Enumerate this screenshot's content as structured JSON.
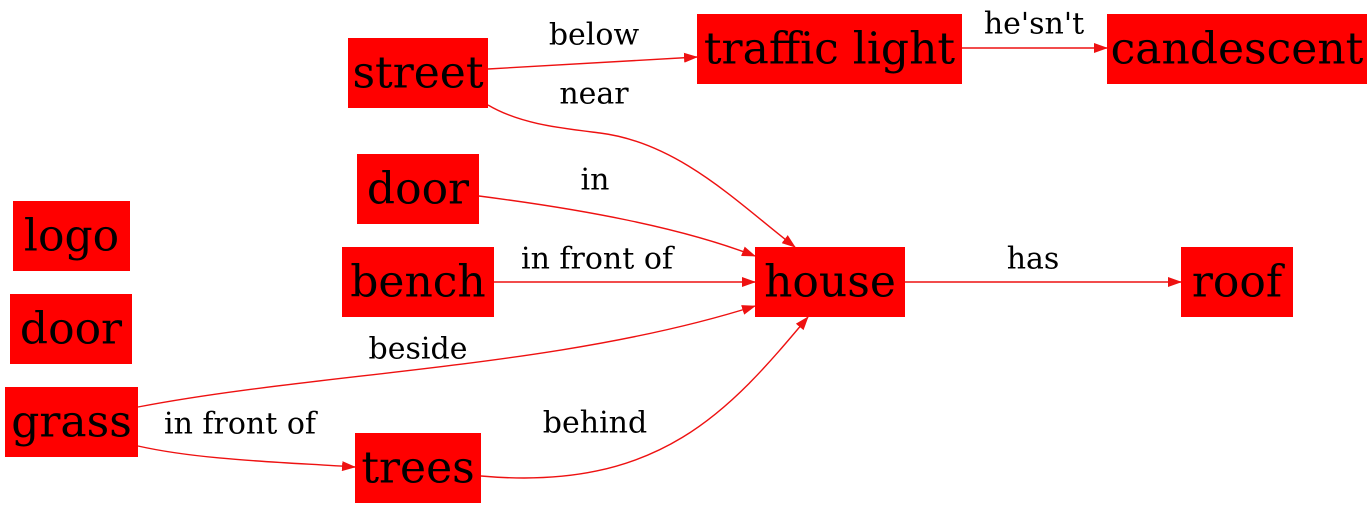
{
  "colors": {
    "node_fill": "#ff0000",
    "edge": "#ee1111",
    "text": "#000000"
  },
  "nodes": [
    {
      "id": "street",
      "label": "street"
    },
    {
      "id": "traffic_light",
      "label": "traffic light"
    },
    {
      "id": "candescent",
      "label": "candescent"
    },
    {
      "id": "door1",
      "label": "door"
    },
    {
      "id": "logo",
      "label": "logo"
    },
    {
      "id": "bench",
      "label": "bench"
    },
    {
      "id": "house",
      "label": "house"
    },
    {
      "id": "roof",
      "label": "roof"
    },
    {
      "id": "door2",
      "label": "door"
    },
    {
      "id": "grass",
      "label": "grass"
    },
    {
      "id": "trees",
      "label": "trees"
    }
  ],
  "edges": [
    {
      "id": "e1",
      "from": "street",
      "to": "traffic_light",
      "label": "below"
    },
    {
      "id": "e2",
      "from": "traffic_light",
      "to": "candescent",
      "label": "he'sn't"
    },
    {
      "id": "e3",
      "from": "street",
      "to": "house",
      "label": "near"
    },
    {
      "id": "e4",
      "from": "door1",
      "to": "house",
      "label": "in"
    },
    {
      "id": "e5",
      "from": "bench",
      "to": "house",
      "label": "in front of"
    },
    {
      "id": "e6",
      "from": "house",
      "to": "roof",
      "label": "has"
    },
    {
      "id": "e7",
      "from": "grass",
      "to": "house",
      "label": "beside"
    },
    {
      "id": "e8",
      "from": "grass",
      "to": "trees",
      "label": "in front of"
    },
    {
      "id": "e9",
      "from": "trees",
      "to": "house",
      "label": "behind"
    }
  ]
}
